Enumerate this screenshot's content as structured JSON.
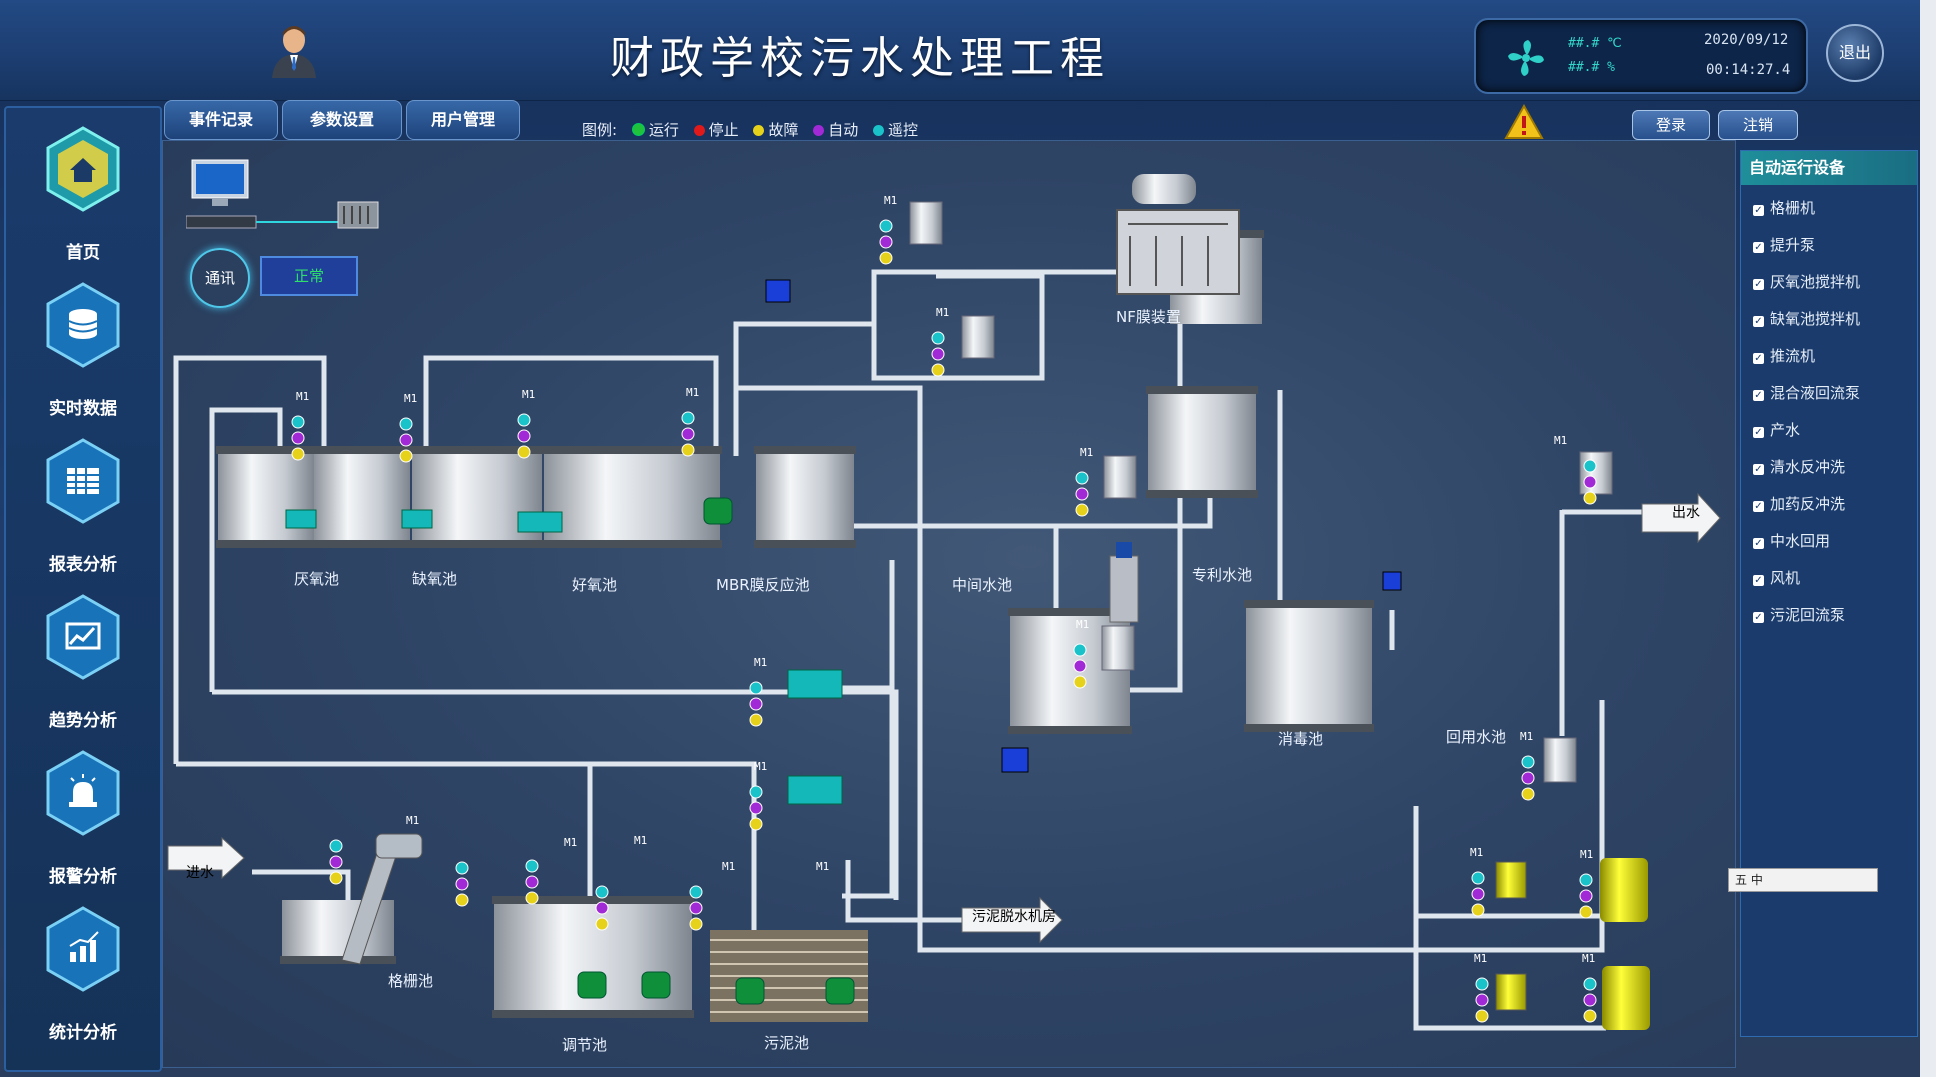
{
  "header": {
    "title": "财政学校污水处理工程",
    "temperature": "##.# ℃",
    "humidity": "##.# %",
    "date": "2020/09/12",
    "time": "00:14:27.4",
    "exit_label": "退出"
  },
  "sidebar": {
    "items": [
      {
        "label": "首页",
        "icon": "home-icon"
      },
      {
        "label": "实时数据",
        "icon": "database-icon"
      },
      {
        "label": "报表分析",
        "icon": "table-icon"
      },
      {
        "label": "趋势分析",
        "icon": "trend-icon"
      },
      {
        "label": "报警分析",
        "icon": "alarm-icon"
      },
      {
        "label": "统计分析",
        "icon": "bar-chart-icon"
      }
    ]
  },
  "tabs": [
    "事件记录",
    "参数设置",
    "用户管理"
  ],
  "legend": {
    "prefix": "图例:",
    "items": [
      {
        "label": "运行",
        "color": "#1fc23a"
      },
      {
        "label": "停止",
        "color": "#e01a1a"
      },
      {
        "label": "故障",
        "color": "#e6d21a"
      },
      {
        "label": "自动",
        "color": "#a22ad6"
      },
      {
        "label": "遥控",
        "color": "#1ac3c9"
      }
    ]
  },
  "auth": {
    "login": "登录",
    "logout": "注销"
  },
  "comm": {
    "label": "通讯",
    "status": "正常"
  },
  "right_panel": {
    "title": "自动运行设备",
    "items": [
      "格栅机",
      "提升泵",
      "厌氧池搅拌机",
      "缺氧池搅拌机",
      "推流机",
      "混合液回流泵",
      "产水",
      "清水反冲洗",
      "加药反冲洗",
      "中水回用",
      "风机",
      "污泥回流泵"
    ]
  },
  "process": {
    "pump_tag": "M1",
    "tanks": {
      "anaerobic": "厌氧池",
      "anoxic": "缺氧池",
      "aerobic": "好氧池",
      "mbr": "MBR膜反应池",
      "intermediate": "中间水池",
      "special": "专利水池",
      "nf": "NF膜装置",
      "disinfection": "消毒池",
      "reuse": "回用水池",
      "grille": "格栅池",
      "regulating": "调节池",
      "sludge": "污泥池"
    },
    "arrows": {
      "inlet": "进水",
      "outlet": "出水",
      "sludge_room": "污泥脱水机房"
    }
  },
  "ime_toolbar": "五 中"
}
